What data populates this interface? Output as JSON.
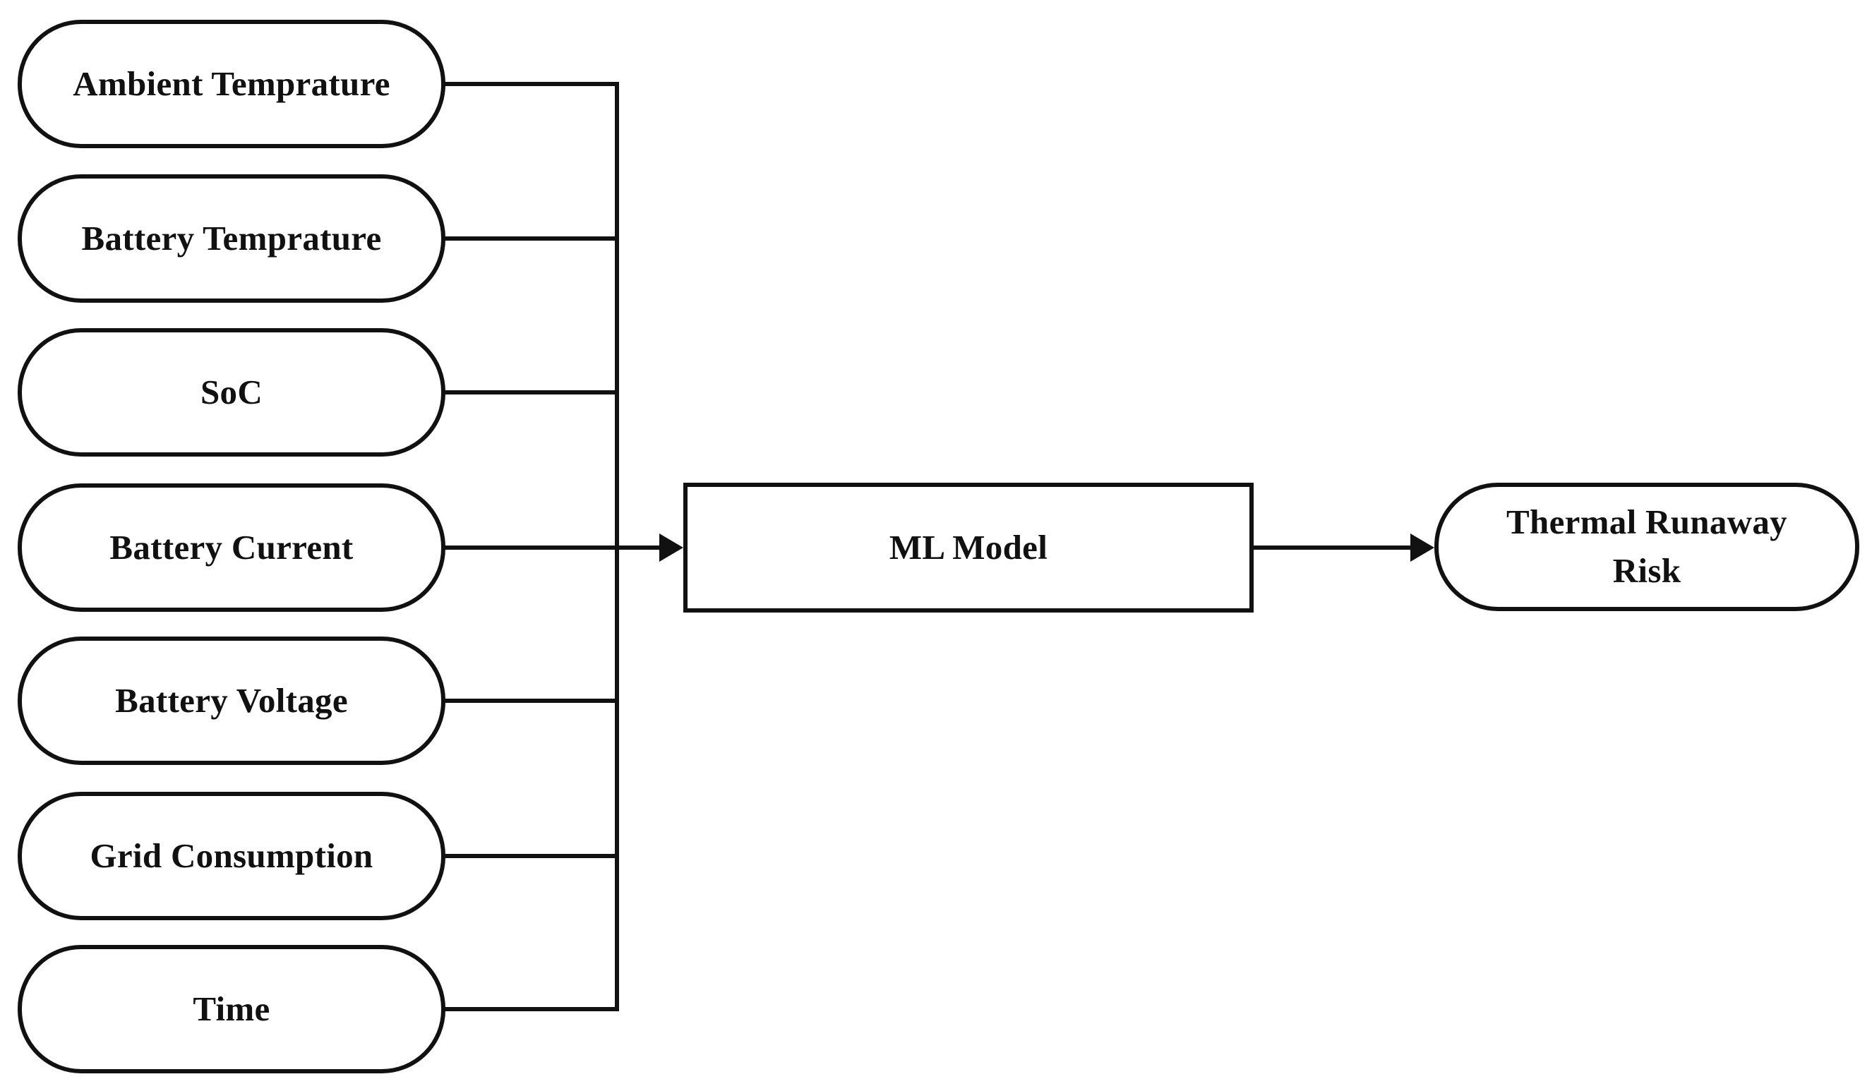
{
  "inputs": [
    {
      "label": "Ambient Temprature"
    },
    {
      "label": "Battery Temprature"
    },
    {
      "label": "SoC"
    },
    {
      "label": "Battery Current"
    },
    {
      "label": "Battery Voltage"
    },
    {
      "label": "Grid Consumption"
    },
    {
      "label": "Time"
    }
  ],
  "model": {
    "label": "ML Model"
  },
  "output": {
    "line1": "Thermal Runaway",
    "line2": "Risk"
  },
  "colors": {
    "stroke": "#111111",
    "background": "#ffffff"
  }
}
